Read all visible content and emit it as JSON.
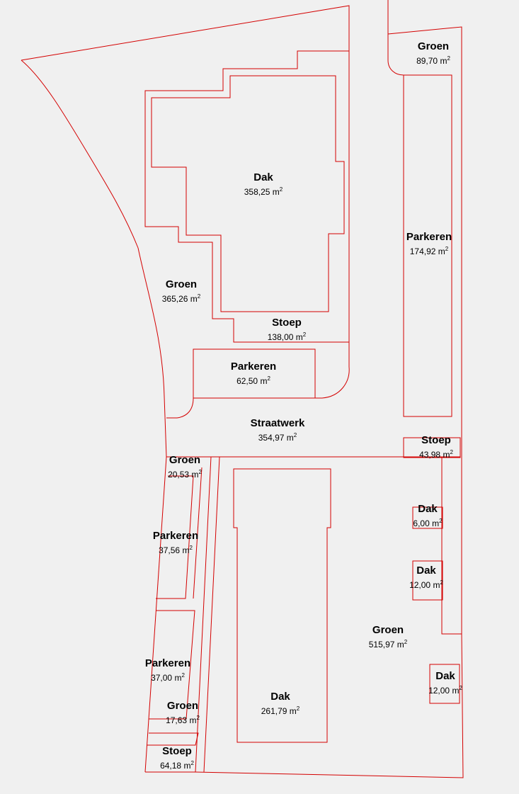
{
  "plan": {
    "unit": "m",
    "areas": [
      {
        "id": "groen-top-right",
        "name": "Groen",
        "value": "89,70",
        "unit": "m",
        "exp": "2"
      },
      {
        "id": "dak-main-top",
        "name": "Dak",
        "value": "358,25",
        "unit": "m",
        "exp": "2"
      },
      {
        "id": "parkeren-right-long",
        "name": "Parkeren",
        "value": "174,92",
        "unit": "m",
        "exp": "2"
      },
      {
        "id": "groen-left",
        "name": "Groen",
        "value": "365,26",
        "unit": "m",
        "exp": "2"
      },
      {
        "id": "stoep-middle",
        "name": "Stoep",
        "value": "138,00",
        "unit": "m",
        "exp": "2"
      },
      {
        "id": "parkeren-middle",
        "name": "Parkeren",
        "value": "62,50",
        "unit": "m",
        "exp": "2"
      },
      {
        "id": "straatwerk",
        "name": "Straatwerk",
        "value": "354,97",
        "unit": "m",
        "exp": "2"
      },
      {
        "id": "stoep-right",
        "name": "Stoep",
        "value": "43,98",
        "unit": "m",
        "exp": "2"
      },
      {
        "id": "groen-strip-top",
        "name": "Groen",
        "value": "20,53",
        "unit": "m",
        "exp": "2"
      },
      {
        "id": "dak-small-1",
        "name": "Dak",
        "value": "6,00",
        "unit": "m",
        "exp": "2"
      },
      {
        "id": "parkeren-left-upper",
        "name": "Parkeren",
        "value": "37,56",
        "unit": "m",
        "exp": "2"
      },
      {
        "id": "dak-small-2",
        "name": "Dak",
        "value": "12,00",
        "unit": "m",
        "exp": "2"
      },
      {
        "id": "groen-bottom-large",
        "name": "Groen",
        "value": "515,97",
        "unit": "m",
        "exp": "2"
      },
      {
        "id": "parkeren-left-lower",
        "name": "Parkeren",
        "value": "37,00",
        "unit": "m",
        "exp": "2"
      },
      {
        "id": "dak-small-3",
        "name": "Dak",
        "value": "12,00",
        "unit": "m",
        "exp": "2"
      },
      {
        "id": "groen-strip-bottom",
        "name": "Groen",
        "value": "17,63",
        "unit": "m",
        "exp": "2"
      },
      {
        "id": "dak-bottom-building",
        "name": "Dak",
        "value": "261,79",
        "unit": "m",
        "exp": "2"
      },
      {
        "id": "stoep-bottom",
        "name": "Stoep",
        "value": "64,18",
        "unit": "m",
        "exp": "2"
      }
    ],
    "colors": {
      "outline": "#d40000",
      "background": "#f0f0f0",
      "text": "#000000"
    }
  }
}
